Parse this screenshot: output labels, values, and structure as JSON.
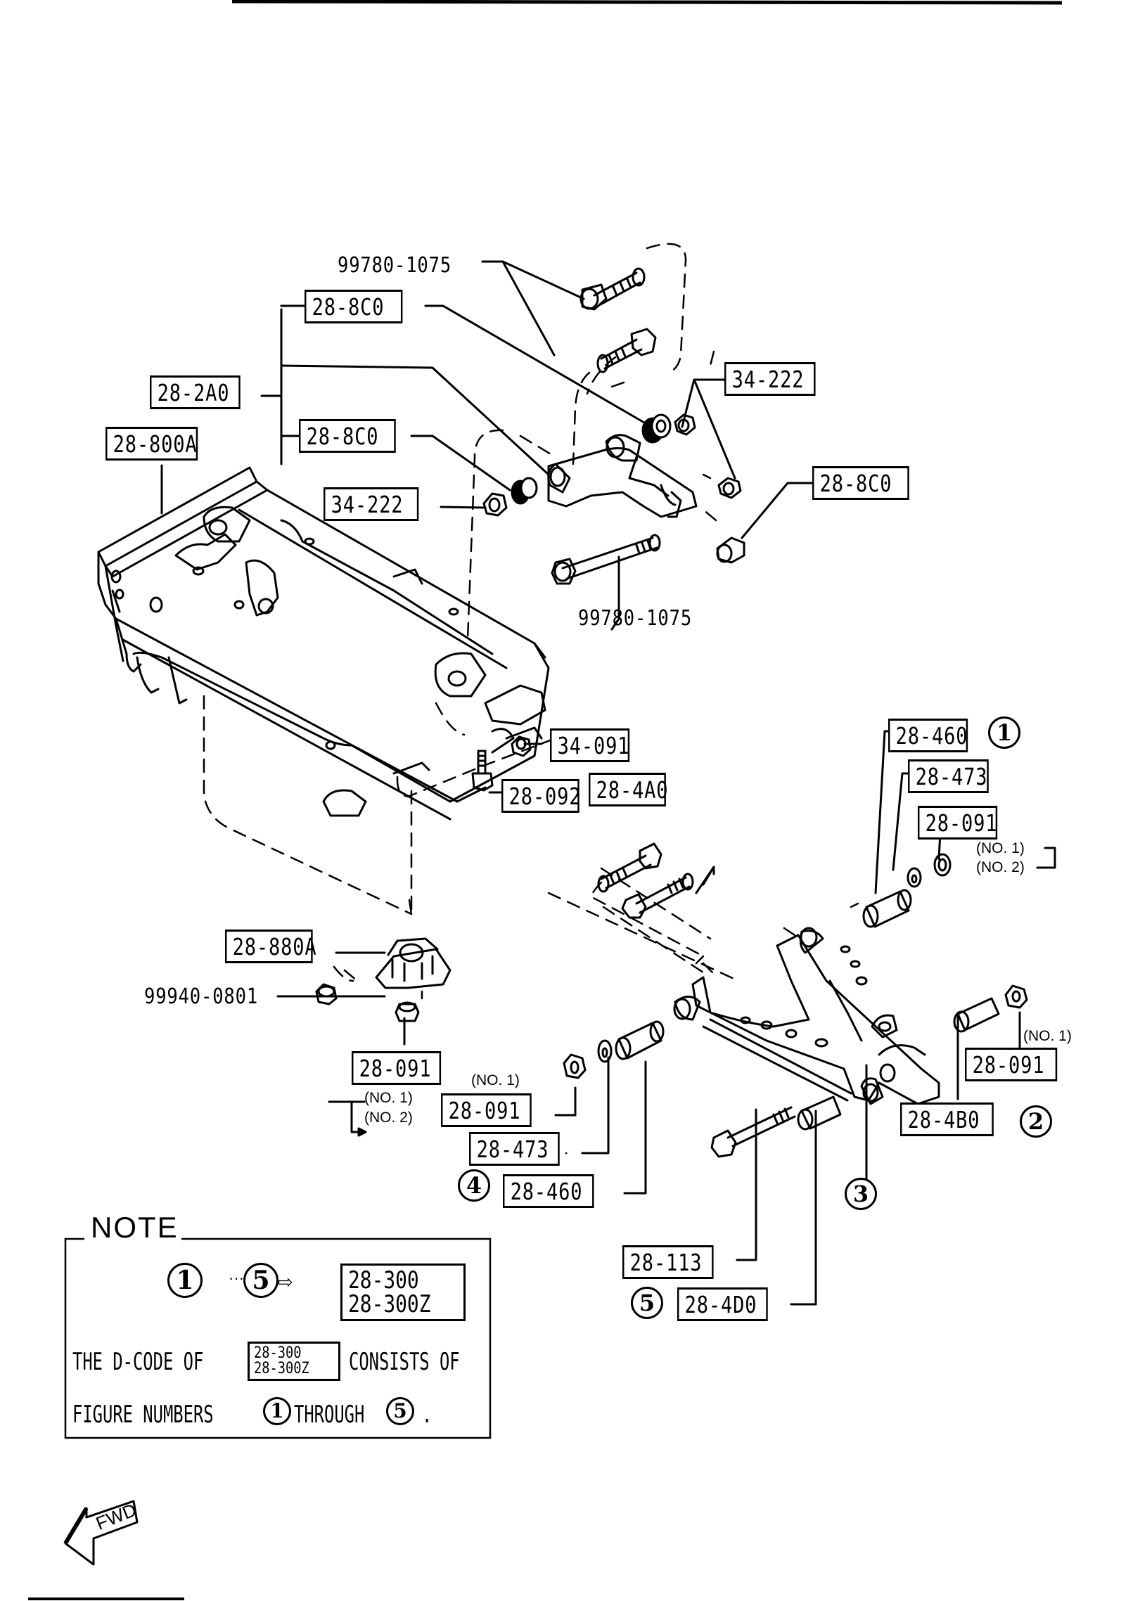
{
  "diagram": {
    "title": "Rear Suspension Crossmember and Lower Arm Parts Diagram",
    "labels": {
      "bolt_upper": "99780-1075",
      "bolt_lower": "99780-1075",
      "arm_assy": "28-2A0",
      "bushing_top": "28-8C0",
      "bushing_mid": "28-8C0",
      "bushing_right": "28-8C0",
      "nut_right": "34-222",
      "nut_left": "34-222",
      "crossmember": "28-800A",
      "nut_34091": "34-091",
      "bolt_28092": "28-092",
      "bolt_28_4A0": "28-4A0",
      "bushing_460_top": "28-460",
      "washer_473_top": "28-473",
      "nut_091_top": "28-091",
      "mount_880A": "28-880A",
      "nut_99940": "99940-0801",
      "nut_091_mount": "28-091",
      "nut_091_left": "28-091",
      "washer_473_left": "28-473",
      "bushing_460_left": "28-460",
      "nut_091_right": "28-091",
      "bushing_4B0": "28-4B0",
      "bolt_113": "28-113",
      "bushing_4D0": "28-4D0"
    },
    "figure_numbers": {
      "f1": "1",
      "f2": "2",
      "f3": "3",
      "f4": "4",
      "f5": "5"
    },
    "annotations": {
      "no1_top": "(NO. 1)",
      "no2_top": "(NO. 2)",
      "no1_mount": "(NO. 1)",
      "no2_mount": "(NO. 2)",
      "no1_left": "(NO. 1)",
      "no1_right": "(NO. 1)"
    },
    "note": {
      "title": "NOTE",
      "range_from": "1",
      "range_to": "5",
      "range_dots": "···",
      "code_line1": "28-300",
      "code_line2": "28-300Z",
      "text_before": "THE D-CODE OF",
      "text_after": "CONSISTS OF",
      "text_line2_a": "FIGURE NUMBERS",
      "text_line2_b": "THROUGH",
      "text_period": "."
    },
    "direction_indicator": "FWD"
  }
}
